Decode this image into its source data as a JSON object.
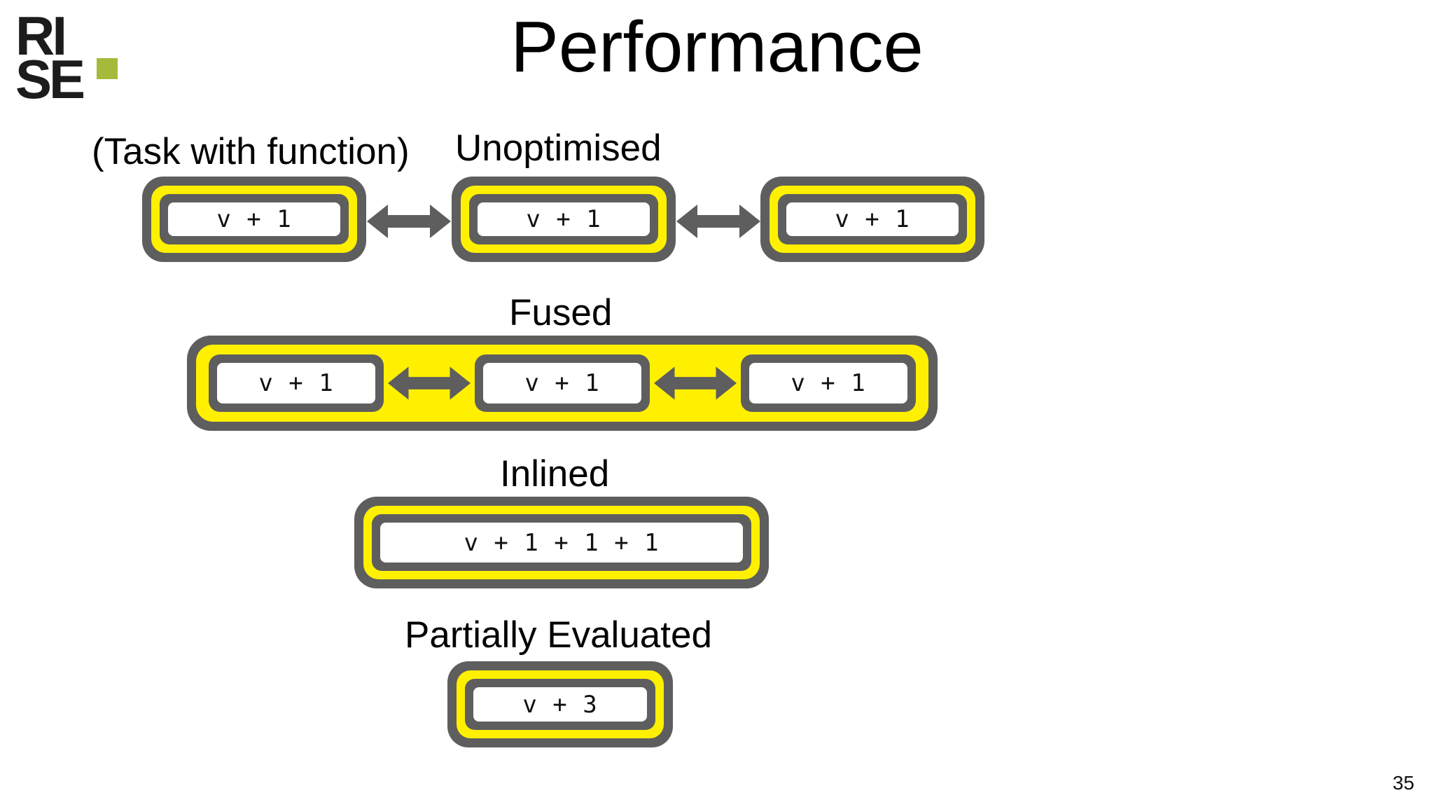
{
  "slide": {
    "title": "Performance",
    "page_number": "35",
    "background_color": "#ffffff"
  },
  "logo": {
    "name": "RISE",
    "line1": "RI",
    "line2": "SE",
    "dot_color": "#a5ba3a"
  },
  "palette": {
    "grey": "#5e5e5e",
    "yellow": "#fff000",
    "white": "#ffffff",
    "text": "#000000"
  },
  "rows": [
    {
      "id": "unoptimised",
      "label_left": "(Task with function)",
      "label": "Unoptimised",
      "kind": "separate-boxes",
      "boxes": [
        {
          "code": "v + 1"
        },
        {
          "code": "v + 1"
        },
        {
          "code": "v + 1"
        }
      ],
      "arrows": [
        "double-arrow-icon",
        "double-arrow-icon"
      ]
    },
    {
      "id": "fused",
      "label": "Fused",
      "kind": "fused-container",
      "boxes": [
        {
          "code": "v + 1"
        },
        {
          "code": "v + 1"
        },
        {
          "code": "v + 1"
        }
      ],
      "arrows": [
        "double-arrow-icon",
        "double-arrow-icon"
      ]
    },
    {
      "id": "inlined",
      "label": "Inlined",
      "kind": "single-box",
      "boxes": [
        {
          "code": "v + 1 + 1 + 1"
        }
      ]
    },
    {
      "id": "partially-evaluated",
      "label": "Partially Evaluated",
      "kind": "single-box",
      "boxes": [
        {
          "code": "v + 3"
        }
      ]
    }
  ]
}
